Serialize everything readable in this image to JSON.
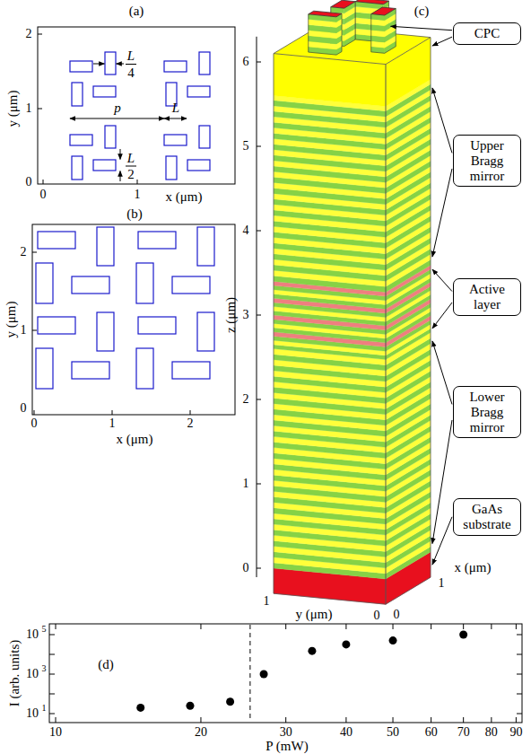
{
  "diagram": {
    "nodes": [
      {
        "text": [
          "CPC"
        ]
      },
      {
        "text": [
          "Upper Bragg mirror"
        ]
      },
      {
        "text": [
          "Active layer"
        ]
      },
      {
        "text": [
          "Lower Bragg mirror"
        ]
      },
      {
        "text": [
          "GaAs substrate"
        ]
      }
    ],
    "labels": [
      "(a)",
      "y (μm)",
      "2",
      "1",
      "0",
      "0",
      "1",
      "x (μm)",
      "L",
      "4",
      "p",
      "L",
      "L",
      "2",
      "(b)",
      "y (μm)",
      "2",
      "1",
      "0",
      "0",
      "1",
      "2",
      "x (μm)",
      "(c)",
      "z (μm)",
      "0",
      "1",
      "2",
      "3",
      "4",
      "5",
      "6",
      "x (μm)",
      "0",
      "1",
      "y (μm)",
      "1",
      "0",
      "(d)",
      "I (arb. units)",
      "10",
      "1",
      "10",
      "3",
      "10",
      "5",
      "10",
      "20",
      "30",
      "40",
      "50",
      "60",
      "70",
      "80",
      "90",
      "P (mW)"
    ]
  }
}
